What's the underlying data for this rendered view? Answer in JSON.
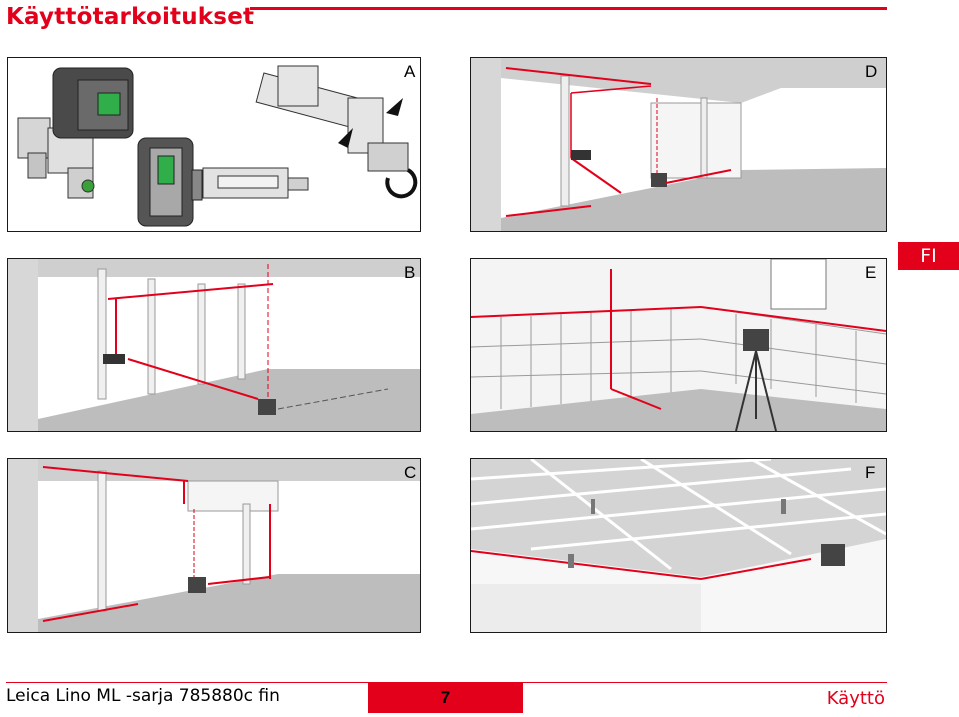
{
  "header": {
    "title": "Käyttötarkoitukset"
  },
  "panels": {
    "a": {
      "label": "A"
    },
    "b": {
      "label": "B"
    },
    "c": {
      "label": "C"
    },
    "d": {
      "label": "D"
    },
    "e": {
      "label": "E"
    },
    "f": {
      "label": "F"
    }
  },
  "language_tab": "FI",
  "footer": {
    "product": "Leica Lino ML -sarja 785880c fin",
    "page_number": "7",
    "section": "Käyttö"
  },
  "colors": {
    "accent": "#e2001a",
    "floor": "#bdbdbd",
    "wall": "#d0d0d0",
    "ceiling": "#cfcfcf"
  }
}
